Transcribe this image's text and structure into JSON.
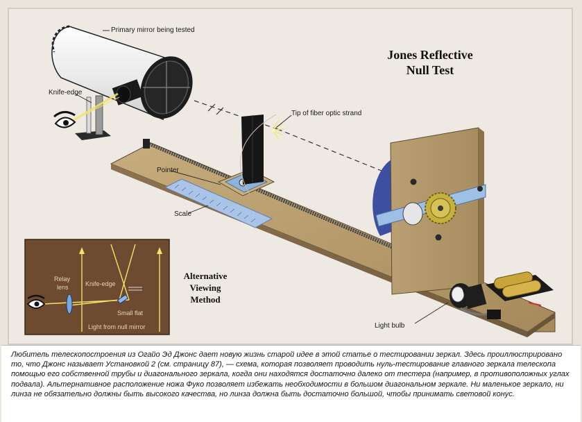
{
  "title": {
    "line1": "Jones Reflective",
    "line2": "Null Test"
  },
  "labels": {
    "primary_mirror": "Primary mirror being tested",
    "knife_edge": "Knife-edge",
    "fiber_tip": "Tip of fiber optic strand",
    "pointer": "Pointer",
    "scale": "Scale",
    "light_bulb": "Light bulb"
  },
  "inset": {
    "title_line1": "Alternative",
    "title_line2": "Viewing",
    "title_line3": "Method",
    "relay_lens_1": "Relay",
    "relay_lens_2": "lens",
    "knife_edge": "Knife-edge",
    "small_flat": "Small flat",
    "light_from": "Light from null mirror"
  },
  "caption": "Любитель телескопостроения из Огайо Эд Джонс дает новую жизнь старой идее в этой статье о тестировании зеркал. Здесь проиллюстрировано то, что Джонс называет Установкой 2 (см. страницу 87), — схема, которая позволяет проводить нуль-тестирование главного зеркала телескопа помощью его собственной трубы и диагонального зеркала, когда они находятся достаточно далеко от тестера (например, в противоположных углах подвала). Альтернативное расположение ножа Фуко позволяет избежать необходимости в большом диагональном зеркале.  Ни маленькое зеркало, ни линза не обязательно должны быть высокого качества, но линза должна быть достаточно большой, чтобы принимать световой конус.",
  "colors": {
    "background": "#e9e4dc",
    "wood": "#b49a6c",
    "inset_bg": "#6e4a30",
    "scale_blue": "#a9c3e6",
    "light_yellow": "#f3e36a",
    "dark": "#1b1b1b"
  }
}
